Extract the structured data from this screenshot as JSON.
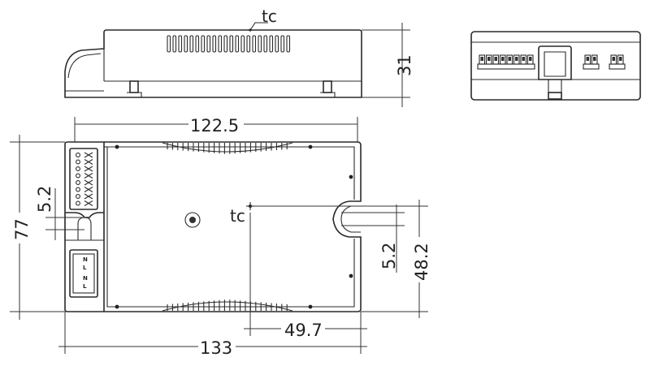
{
  "drawing": {
    "tc_marker_top": "tc",
    "tc_marker_plan": "tc",
    "dimensions": {
      "height_side": "31",
      "length_housing": "122.5",
      "length_total": "133",
      "width_total": "77",
      "slot_left": "5.2",
      "slot_right": "5.2",
      "tc_offset_x": "49.7",
      "tc_offset_y": "48.2"
    },
    "terminal_marks": [
      "N",
      "L",
      "N",
      "L"
    ]
  }
}
